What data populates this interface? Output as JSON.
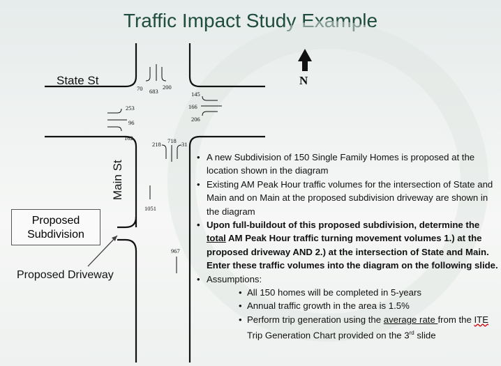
{
  "title": "Traffic Impact Study Example",
  "streets": {
    "state": "State St",
    "main": "Main St"
  },
  "north": "N",
  "volumes": {
    "south_approach": {
      "left": "70",
      "through": "683",
      "right": "200"
    },
    "east_approach": {
      "right": "145",
      "through": "166",
      "left": "206"
    },
    "west_approach": {
      "left": "253",
      "through": "96",
      "right": "162"
    },
    "north_approach": {
      "left": "218",
      "through": "718",
      "right": "31"
    },
    "main_south": "1051",
    "main_north": "967"
  },
  "subdivision_label": "Proposed Subdivision",
  "driveway_label": "Proposed Driveway",
  "bullets": {
    "b1": "A new Subdivision of 150 Single Family Homes is proposed at the location shown in the diagram",
    "b2": "Existing AM Peak Hour traffic volumes for the intersection of State and Main and on Main at the proposed subdivision driveway are shown in the diagram",
    "b3_pre": "Upon full-buildout of this proposed subdivision, determine the ",
    "b3_u": "total",
    "b3_post": " AM Peak Hour traffic turning movement volumes 1.) at the proposed driveway AND 2.) at the intersection of State and Main.  Enter these traffic volumes into the diagram on the following slide.",
    "b4": "Assumptions:",
    "s1": "All 150 homes will be completed in 5-years",
    "s2": "Annual traffic growth in the area is 1.5%",
    "s3_pre": "Perform trip generation using the ",
    "s3_u": "average rate ",
    "s3_mid": "from the ",
    "s3_ite": "ITE",
    "s3_post": " Trip Generation Chart provided on the 3",
    "s3_sup": "rd",
    "s3_end": " slide"
  },
  "colors": {
    "title": "#1f4d3d",
    "lines": "#111111"
  }
}
